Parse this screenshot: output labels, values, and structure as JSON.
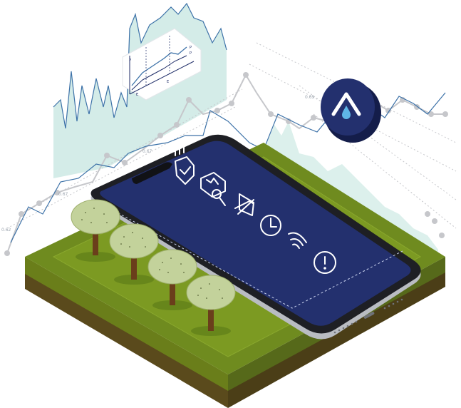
{
  "illustration": {
    "colors": {
      "background": "#ffffff",
      "ground_top": "#6f8b1f",
      "ground_inner": "#7c9a22",
      "ground_side_dark": "#5a4a1c",
      "ground_side_front": "#6a7e1a",
      "phone_frame": "#1e1f24",
      "phone_screen": "#23306e",
      "phone_screen_icons": "#ffffff",
      "tree_canopy": "#c3d29b",
      "tree_trunk": "#6a3e1b",
      "chart_fill": "#cde9e4",
      "chart_line": "#3d72a8",
      "chart_dots": "#c6c7cb",
      "logo_badge": "#23306e",
      "logo_accent": "#5fb6e6"
    },
    "tick_labels": [
      "0.67",
      "0.67",
      "0.65",
      "0.62"
    ],
    "mini_chart_labels": [
      "P",
      "P",
      "P",
      "E",
      "E"
    ],
    "phone_icons": [
      {
        "name": "shield-check-icon"
      },
      {
        "name": "monitor-search-icon"
      },
      {
        "name": "transfer-icon"
      },
      {
        "name": "clock-icon"
      },
      {
        "name": "wifi-icon"
      },
      {
        "name": "alert-icon"
      }
    ],
    "trees": 4
  }
}
